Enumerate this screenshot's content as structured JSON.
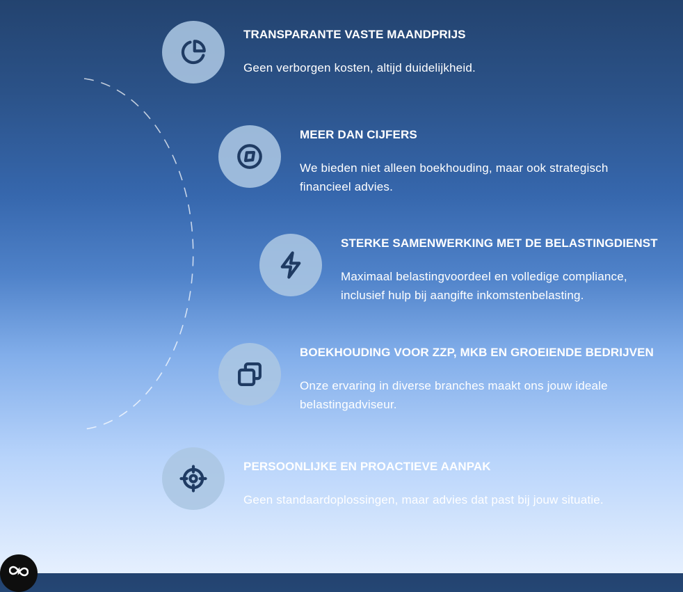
{
  "features": [
    {
      "title": "TRANSPARANTE VASTE MAANDPRIJS",
      "description": "Geen verborgen kosten, altijd duidelijkheid.",
      "icon": "pie-chart-icon"
    },
    {
      "title": "MEER DAN CIJFERS",
      "description": "We bieden niet alleen boekhouding, maar ook strategisch financieel advies.",
      "icon": "compass-icon"
    },
    {
      "title": "STERKE SAMENWERKING MET DE BELASTINGDIENST",
      "description": "Maximaal belastingvoordeel en volledige compliance, inclusief hulp bij aangifte inkomstenbelasting.",
      "icon": "lightning-icon"
    },
    {
      "title": "BOEKHOUDING VOOR ZZP, MKB EN GROEIENDE BEDRIJVEN",
      "description": "Onze ervaring in diverse branches maakt ons jouw ideale belastingadviseur.",
      "icon": "overlapping-squares-icon"
    },
    {
      "title": "PERSOONLIJKE EN PROACTIEVE AANPAK",
      "description": "Geen standaardoplossingen, maar advies dat past bij jouw situatie.",
      "icon": "crosshair-icon"
    }
  ],
  "colors": {
    "icon_stroke": "#1f3b63",
    "icon_bg": "#abc6e2",
    "text": "#ffffff"
  },
  "badge_icon": "infinity-logo-icon"
}
